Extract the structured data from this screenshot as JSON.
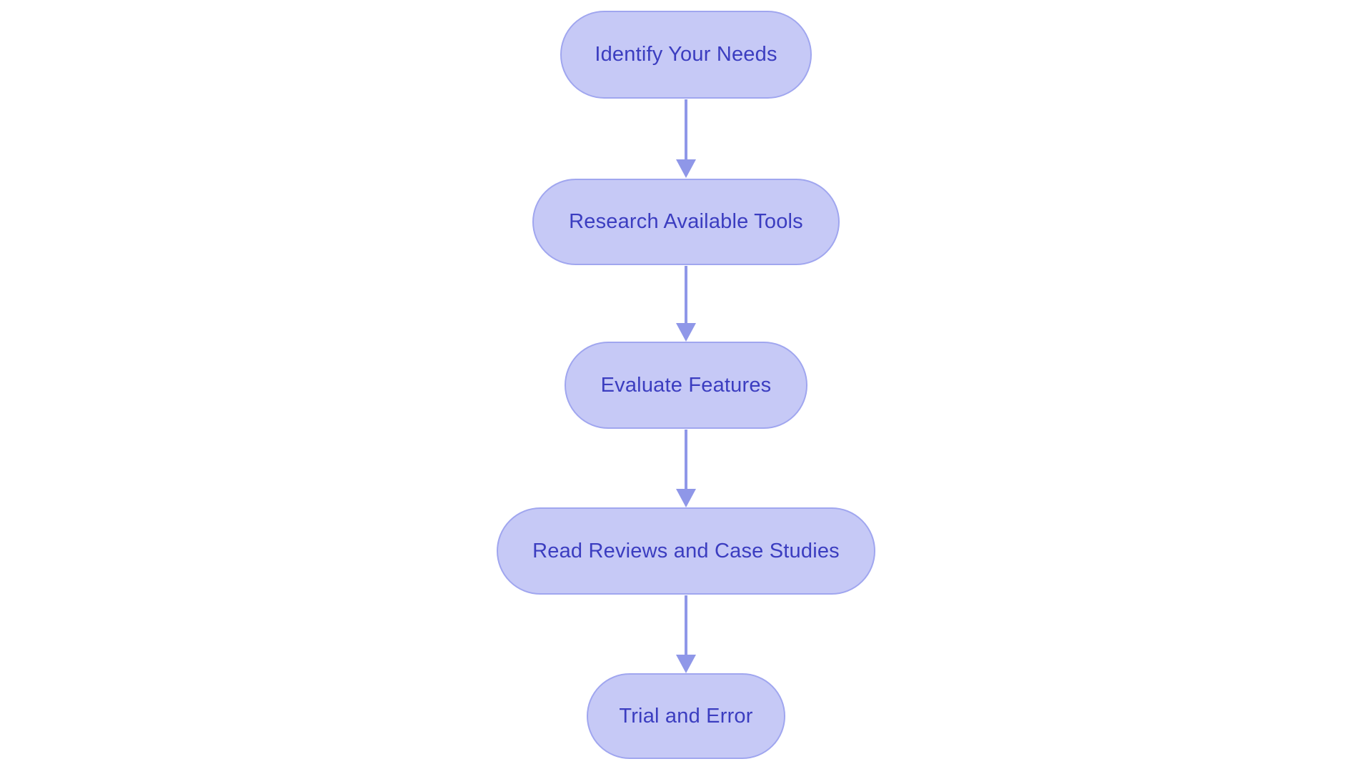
{
  "diagram": {
    "type": "flowchart",
    "direction": "top-down",
    "colors": {
      "background": "#ffffff",
      "node_fill": "#c6c9f6",
      "node_border": "#a0a6ef",
      "arrow": "#8f97e8",
      "text": "#3b3dc0"
    },
    "nodes": [
      {
        "id": "step-1",
        "label": "Identify Your Needs"
      },
      {
        "id": "step-2",
        "label": "Research Available Tools"
      },
      {
        "id": "step-3",
        "label": "Evaluate Features"
      },
      {
        "id": "step-4",
        "label": "Read Reviews and Case Studies"
      },
      {
        "id": "step-5",
        "label": "Trial and Error"
      }
    ],
    "edges": [
      {
        "from": "step-1",
        "to": "step-2"
      },
      {
        "from": "step-2",
        "to": "step-3"
      },
      {
        "from": "step-3",
        "to": "step-4"
      },
      {
        "from": "step-4",
        "to": "step-5"
      }
    ]
  }
}
